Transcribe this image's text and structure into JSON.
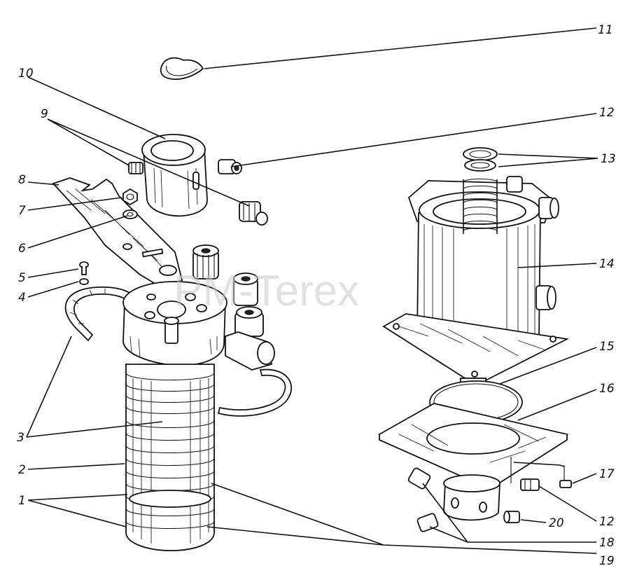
{
  "watermark": "PM-Terex",
  "callouts": [
    {
      "id": "c1",
      "label": "1"
    },
    {
      "id": "c2",
      "label": "2"
    },
    {
      "id": "c3",
      "label": "3"
    },
    {
      "id": "c4",
      "label": "4"
    },
    {
      "id": "c5",
      "label": "5"
    },
    {
      "id": "c6",
      "label": "6"
    },
    {
      "id": "c7",
      "label": "7"
    },
    {
      "id": "c8",
      "label": "8"
    },
    {
      "id": "c9",
      "label": "9"
    },
    {
      "id": "c10",
      "label": "10"
    },
    {
      "id": "c11",
      "label": "11"
    },
    {
      "id": "c12a",
      "label": "12"
    },
    {
      "id": "c12b",
      "label": "12"
    },
    {
      "id": "c13",
      "label": "13"
    },
    {
      "id": "c14",
      "label": "14"
    },
    {
      "id": "c15",
      "label": "15"
    },
    {
      "id": "c16",
      "label": "16"
    },
    {
      "id": "c17",
      "label": "17"
    },
    {
      "id": "c18",
      "label": "18"
    },
    {
      "id": "c19",
      "label": "19"
    },
    {
      "id": "c20",
      "label": "20"
    }
  ]
}
